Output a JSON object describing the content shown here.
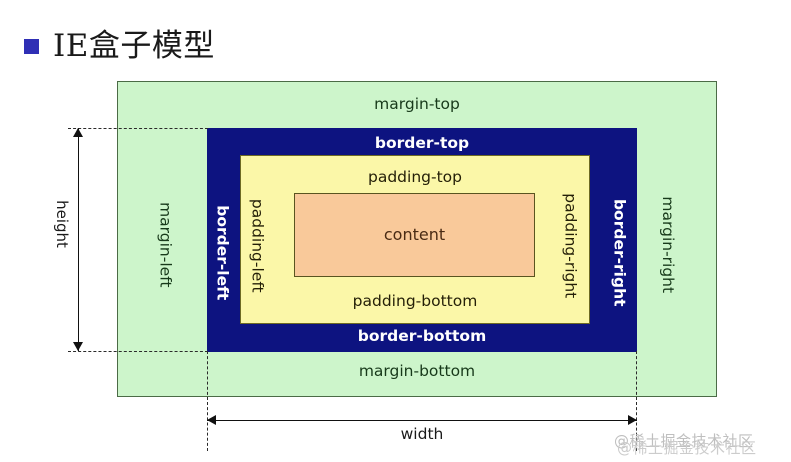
{
  "slide": {
    "title": "IE盒子模型",
    "bullet_color": "#2f2fb5"
  },
  "diagram": {
    "type": "css-box-model",
    "layers": [
      {
        "name": "margin",
        "fill": "#cdf5cb",
        "labels": {
          "top": "margin-top",
          "right": "margin-right",
          "bottom": "margin-bottom",
          "left": "margin-left"
        }
      },
      {
        "name": "border",
        "fill": "#0d1380",
        "labels": {
          "top": "border-top",
          "right": "border-right",
          "bottom": "border-bottom",
          "left": "border-left"
        }
      },
      {
        "name": "padding",
        "fill": "#fbf7a8",
        "labels": {
          "top": "padding-top",
          "right": "padding-right",
          "bottom": "padding-bottom",
          "left": "padding-left"
        }
      },
      {
        "name": "content",
        "fill": "#f9c99a",
        "labels": {
          "center": "content"
        }
      }
    ],
    "measurements": {
      "height_label": "height",
      "width_label": "width"
    }
  },
  "watermark": {
    "text": "@稀土掘金技术社区"
  }
}
